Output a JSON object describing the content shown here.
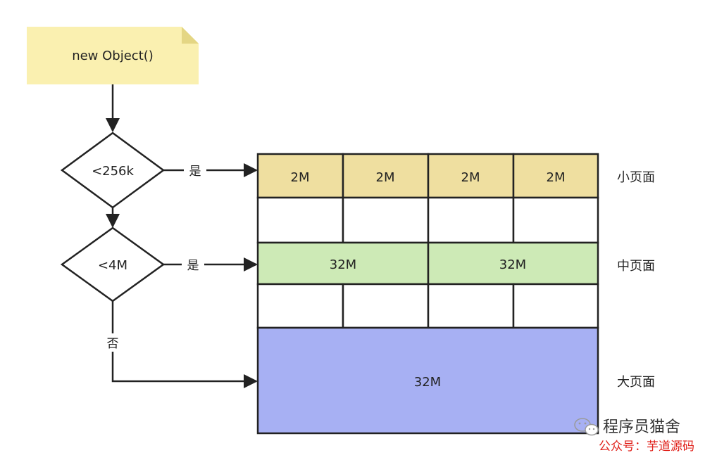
{
  "start": {
    "label": "new Object()"
  },
  "decisions": [
    {
      "label": "<256k",
      "yes_label": "是"
    },
    {
      "label": "<4M",
      "yes_label": "是",
      "no_label": "否"
    }
  ],
  "pages": {
    "small": {
      "name": "小页面",
      "cells": [
        "2M",
        "2M",
        "2M",
        "2M"
      ]
    },
    "medium": {
      "name": "中页面",
      "cells": [
        "32M",
        "32M"
      ]
    },
    "large": {
      "name": "大页面",
      "cells": [
        "32M"
      ]
    }
  },
  "colors": {
    "note": "#faf0b0",
    "note_fold": "#e4d684",
    "small": "#efdfa0",
    "medium": "#cdeab6",
    "large": "#a7b0f3",
    "line": "#222222"
  },
  "watermark": {
    "title": "程序员猫舍",
    "subtitle": "公众号：芋道源码"
  }
}
